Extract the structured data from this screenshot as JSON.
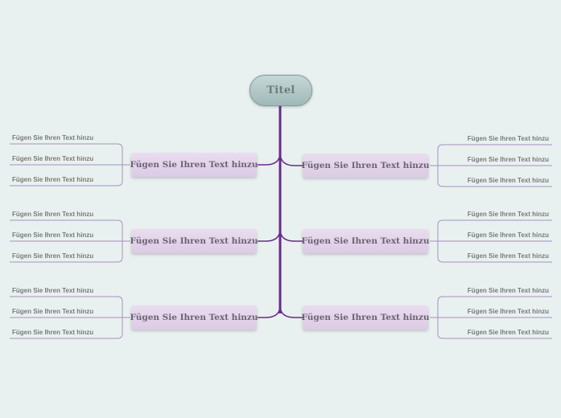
{
  "colors": {
    "trunk": "#6a2a8c",
    "branch_line": "#9a6fb3",
    "leaf_line": "#a98fc0"
  },
  "root": {
    "label": "Titel"
  },
  "branches": [
    {
      "label": "Fügen Sie Ihren Text hinzu",
      "children": [
        "Fügen Sie Ihren Text hinzu",
        "Fügen Sie Ihren Text hinzu",
        "Fügen Sie Ihren Text hinzu"
      ]
    },
    {
      "label": "Fügen Sie Ihren Text hinzu",
      "children": [
        "Fügen Sie Ihren Text hinzu",
        "Fügen Sie Ihren Text hinzu",
        "Fügen Sie Ihren Text hinzu"
      ]
    },
    {
      "label": "Fügen Sie Ihren Text hinzu",
      "children": [
        "Fügen Sie Ihren Text hinzu",
        "Fügen Sie Ihren Text hinzu",
        "Fügen Sie Ihren Text hinzu"
      ]
    },
    {
      "label": "Fügen Sie Ihren Text hinzu",
      "children": [
        "Fügen Sie Ihren Text hinzu",
        "Fügen Sie Ihren Text hinzu",
        "Fügen Sie Ihren Text hinzu"
      ]
    },
    {
      "label": "Fügen Sie Ihren Text hinzu",
      "children": [
        "Fügen Sie Ihren Text hinzu",
        "Fügen Sie Ihren Text hinzu",
        "Fügen Sie Ihren Text hinzu"
      ]
    },
    {
      "label": "Fügen Sie Ihren Text hinzu",
      "children": [
        "Fügen Sie Ihren Text hinzu",
        "Fügen Sie Ihren Text hinzu",
        "Fügen Sie Ihren Text hinzu"
      ]
    }
  ]
}
